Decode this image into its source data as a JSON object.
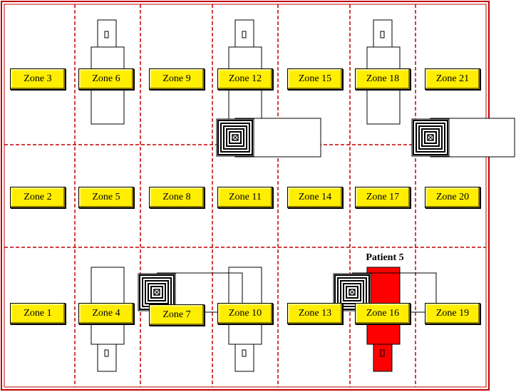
{
  "zones": [
    {
      "id": 1,
      "label": "Zone 1"
    },
    {
      "id": 2,
      "label": "Zone 2"
    },
    {
      "id": 3,
      "label": "Zone 3"
    },
    {
      "id": 4,
      "label": "Zone 4"
    },
    {
      "id": 5,
      "label": "Zone 5"
    },
    {
      "id": 6,
      "label": "Zone 6"
    },
    {
      "id": 7,
      "label": "Zone 7"
    },
    {
      "id": 8,
      "label": "Zone 8"
    },
    {
      "id": 9,
      "label": "Zone 9"
    },
    {
      "id": 10,
      "label": "Zone 10"
    },
    {
      "id": 11,
      "label": "Zone 11"
    },
    {
      "id": 12,
      "label": "Zone 12"
    },
    {
      "id": 13,
      "label": "Zone 13"
    },
    {
      "id": 14,
      "label": "Zone 14"
    },
    {
      "id": 15,
      "label": "Zone 15"
    },
    {
      "id": 16,
      "label": "Zone 16"
    },
    {
      "id": 17,
      "label": "Zone 17"
    },
    {
      "id": 18,
      "label": "Zone 18"
    },
    {
      "id": 19,
      "label": "Zone 19"
    },
    {
      "id": 20,
      "label": "Zone 20"
    },
    {
      "id": 21,
      "label": "Zone 21"
    }
  ],
  "patient": {
    "label": "Patient 5",
    "zone": 16,
    "color": "#ff0000"
  },
  "colors": {
    "zone_fill": "#ffee00",
    "grid_line": "#c00000",
    "frame": "#c00000",
    "patient_bed": "#ff0000"
  },
  "icons": [
    "bed-icon",
    "ceiling-lamp-icon"
  ]
}
